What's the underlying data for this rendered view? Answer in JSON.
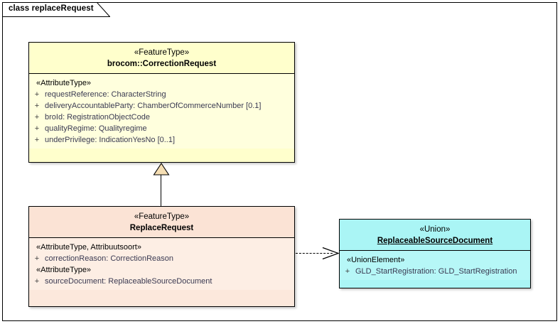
{
  "diagram": {
    "tab_label": "class replaceRequest",
    "colors": {
      "feature_type_yellow": "#FFFFCC",
      "feature_type_peach": "#FCE8DC",
      "union_cyan": "#AAF5F5",
      "border": "#000000",
      "attribute_text": "#3A3A52"
    }
  },
  "classes": [
    {
      "id": "correction-request",
      "stereotype": "«FeatureType»",
      "name": "brocom::CorrectionRequest",
      "underlined": false,
      "groups": [
        {
          "stereotype": "«AttributeType»",
          "attributes": [
            {
              "visibility": "+",
              "text": "requestReference: CharacterString"
            },
            {
              "visibility": "+",
              "text": "deliveryAccountableParty: ChamberOfCommerceNumber [0.1]"
            },
            {
              "visibility": "+",
              "text": "broId: RegistrationObjectCode"
            },
            {
              "visibility": "+",
              "text": "qualityRegime: Qualityregime"
            },
            {
              "visibility": "+",
              "text": "underPrivilege: IndicationYesNo [0..1]"
            }
          ]
        }
      ]
    },
    {
      "id": "replace-request",
      "stereotype": "«FeatureType»",
      "name": "ReplaceRequest",
      "underlined": false,
      "groups": [
        {
          "stereotype": "«AttributeType, Attribuutsoort»",
          "attributes": [
            {
              "visibility": "+",
              "text": "correctionReason: CorrectionReason"
            }
          ]
        },
        {
          "stereotype": "«AttributeType»",
          "attributes": [
            {
              "visibility": "+",
              "text": "sourceDocument: ReplaceableSourceDocument"
            }
          ]
        }
      ]
    },
    {
      "id": "replaceable-source-document",
      "stereotype": "«Union»",
      "name": "ReplaceableSourceDocument",
      "underlined": true,
      "groups": [
        {
          "stereotype": "«UnionElement»",
          "attributes": [
            {
              "visibility": "+",
              "text": "GLD_StartRegistration: GLD_StartRegistration"
            }
          ]
        }
      ]
    }
  ],
  "connectors": [
    {
      "id": "generalization",
      "type": "generalization",
      "from": "ReplaceRequest",
      "to": "brocom::CorrectionRequest"
    },
    {
      "id": "dependency",
      "type": "dependency",
      "from": "ReplaceRequest",
      "to": "ReplaceableSourceDocument"
    }
  ]
}
